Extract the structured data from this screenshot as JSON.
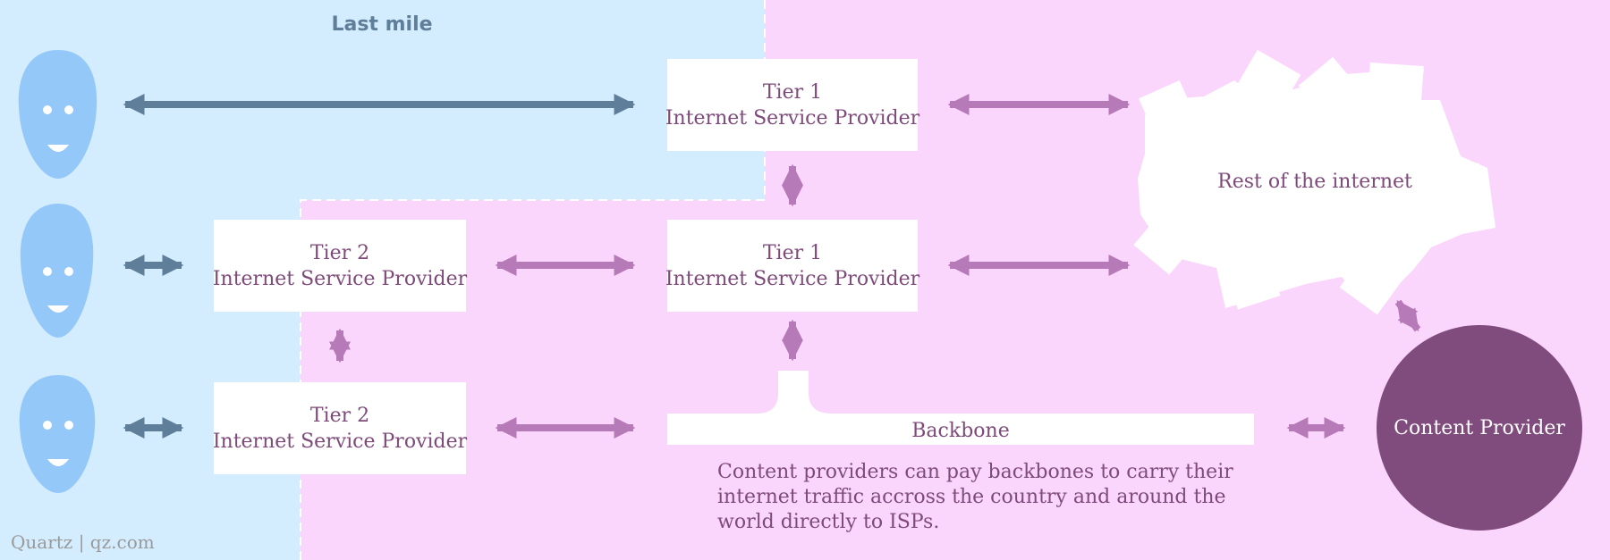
{
  "title": "Last mile",
  "colors": {
    "last_mile_bg": "#d3ecfe",
    "network_bg": "#fbd6fc",
    "user_face": "#94c8f8",
    "blue_arrow": "#5e7e9a",
    "purple_arrow": "#b77ab8",
    "content_provider": "#804b7d",
    "text": "#7e4a7a"
  },
  "nodes": {
    "tier1_top": {
      "line1": "Tier 1",
      "line2": "Internet Service Provider"
    },
    "tier1_mid": {
      "line1": "Tier 1",
      "line2": "Internet Service Provider"
    },
    "tier2_mid": {
      "line1": "Tier 2",
      "line2": "Internet Service Provider"
    },
    "tier2_bottom": {
      "line1": "Tier 2",
      "line2": "Internet Service Provider"
    },
    "backbone": "Backbone",
    "internet": "Rest of the internet",
    "content_provider": "Content Provider"
  },
  "icons": {
    "user": "user-face-icon",
    "internet": "cloud-icon"
  },
  "note": {
    "line1": "Content providers can pay backbones to carry their",
    "line2": "internet traffic accross the country and around the",
    "line3": "world directly to ISPs."
  },
  "credit": "Quartz | qz.com"
}
